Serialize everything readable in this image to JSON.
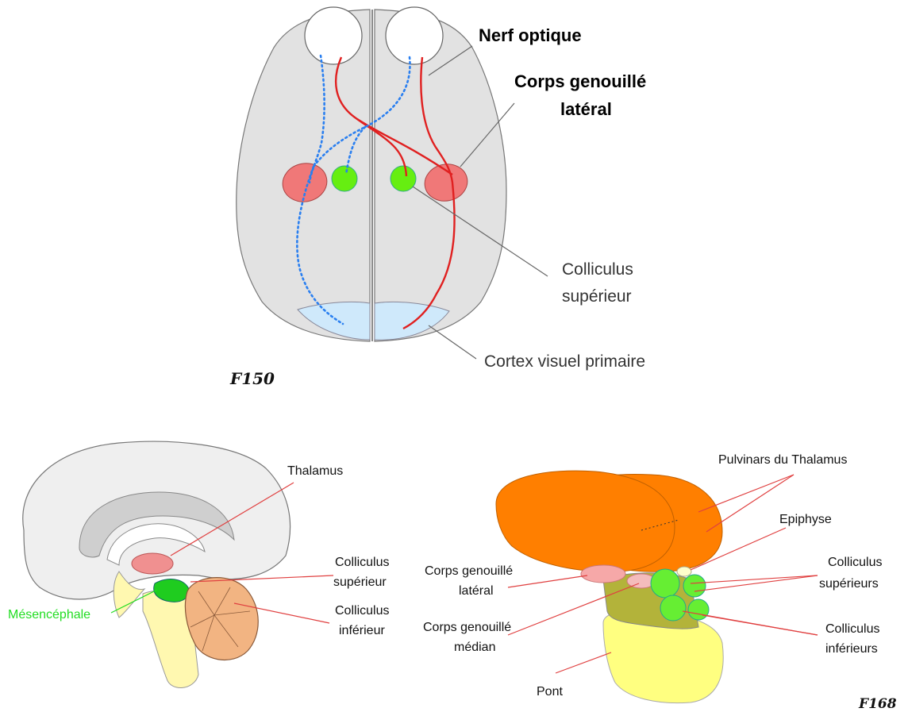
{
  "figure_top": {
    "id": "F150",
    "labels": {
      "optic_nerve": "Nerf optique",
      "lgn_line1": "Corps genouillé",
      "lgn_line2": "latéral",
      "sc_line1": "Colliculus",
      "sc_line2": "supérieur",
      "v1": "Cortex visuel primaire"
    }
  },
  "figure_bottom_left": {
    "labels": {
      "thalamus": "Thalamus",
      "sc_line1": "Colliculus",
      "sc_line2": "supérieur",
      "ic_line1": "Colliculus",
      "ic_line2": "inférieur",
      "midbrain": "Mésencéphale"
    },
    "colors": {
      "midbrain_label": "#22dd22"
    }
  },
  "figure_bottom_right": {
    "id": "F168",
    "labels": {
      "pulvinar": "Pulvinars du Thalamus",
      "epiphysis": "Epiphyse",
      "lgn_line1": "Corps genouillé",
      "lgn_line2": "latéral",
      "sc_line1": "Colliculus",
      "sc_line2": "supérieurs",
      "mgn_line1": "Corps genouillé",
      "mgn_line2": "médian",
      "ic_line1": "Colliculus",
      "ic_line2": "inférieurs",
      "pons": "Pont"
    }
  },
  "colors": {
    "pathway_red": "#e02020",
    "pathway_blue": "#2a7ff0",
    "lgn_pink": "#f07878",
    "colliculus_green": "#66ee11",
    "cortex_blue": "#d3ebfa",
    "thalamus_orange": "#ff7f00",
    "pons_yellow": "#ffff80",
    "leader_red": "#e04040"
  }
}
